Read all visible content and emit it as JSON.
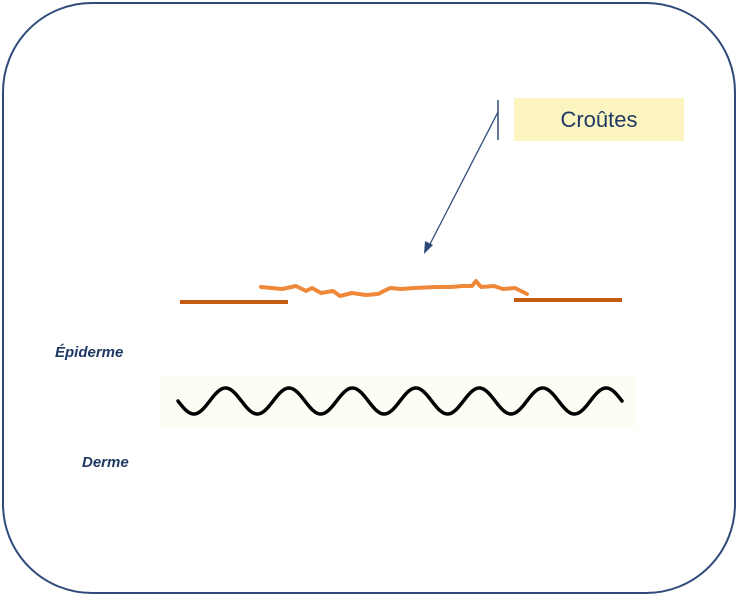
{
  "callout": {
    "text": "Croûtes",
    "fill_color": "#fdf5c0",
    "text_color": "#1f3864"
  },
  "layers": {
    "epidermis_label": "Épiderme",
    "dermis_label": "Derme"
  },
  "colors": {
    "frame": "#2f4a7a",
    "epidermis_edges": "#c55a11",
    "crust": "#f0883a",
    "dermal_junction": "#000000",
    "arrow": "#2f4a7a"
  }
}
